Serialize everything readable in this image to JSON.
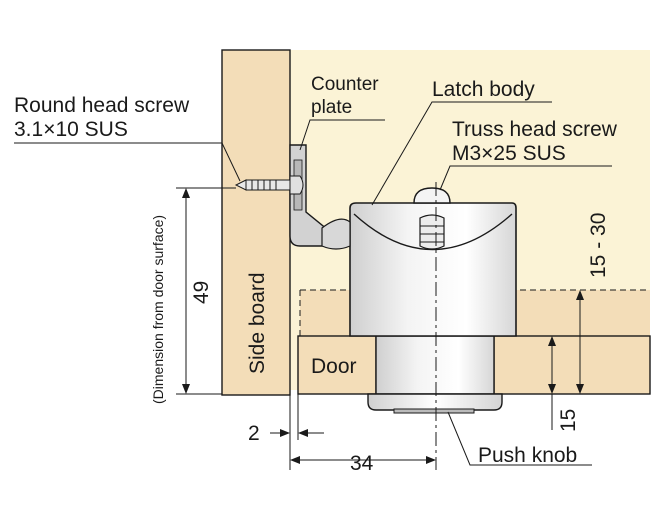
{
  "labels": {
    "round_head_screw_1": "Round head screw",
    "round_head_screw_2": "3.1×10 SUS",
    "counter_plate_1": "Counter",
    "counter_plate_2": "plate",
    "latch_body": "Latch body",
    "truss_screw_1": "Truss head screw",
    "truss_screw_2": "M3×25 SUS",
    "side_board": "Side board",
    "door": "Door",
    "push_knob": "Push knob",
    "dimension_note": "(Dimension from door surface)"
  },
  "dimensions": {
    "height_49": "49",
    "range_15_30": "15 - 30",
    "thickness_15": "15",
    "gap_2": "2",
    "offset_34": "34"
  },
  "colors": {
    "wood": "#f3ddb8",
    "wood_edge": "#1a1a1a",
    "cabinet_back": "#fbf3d6",
    "latch_gray": "#e6e6e6",
    "line": "#1a1a1a"
  }
}
